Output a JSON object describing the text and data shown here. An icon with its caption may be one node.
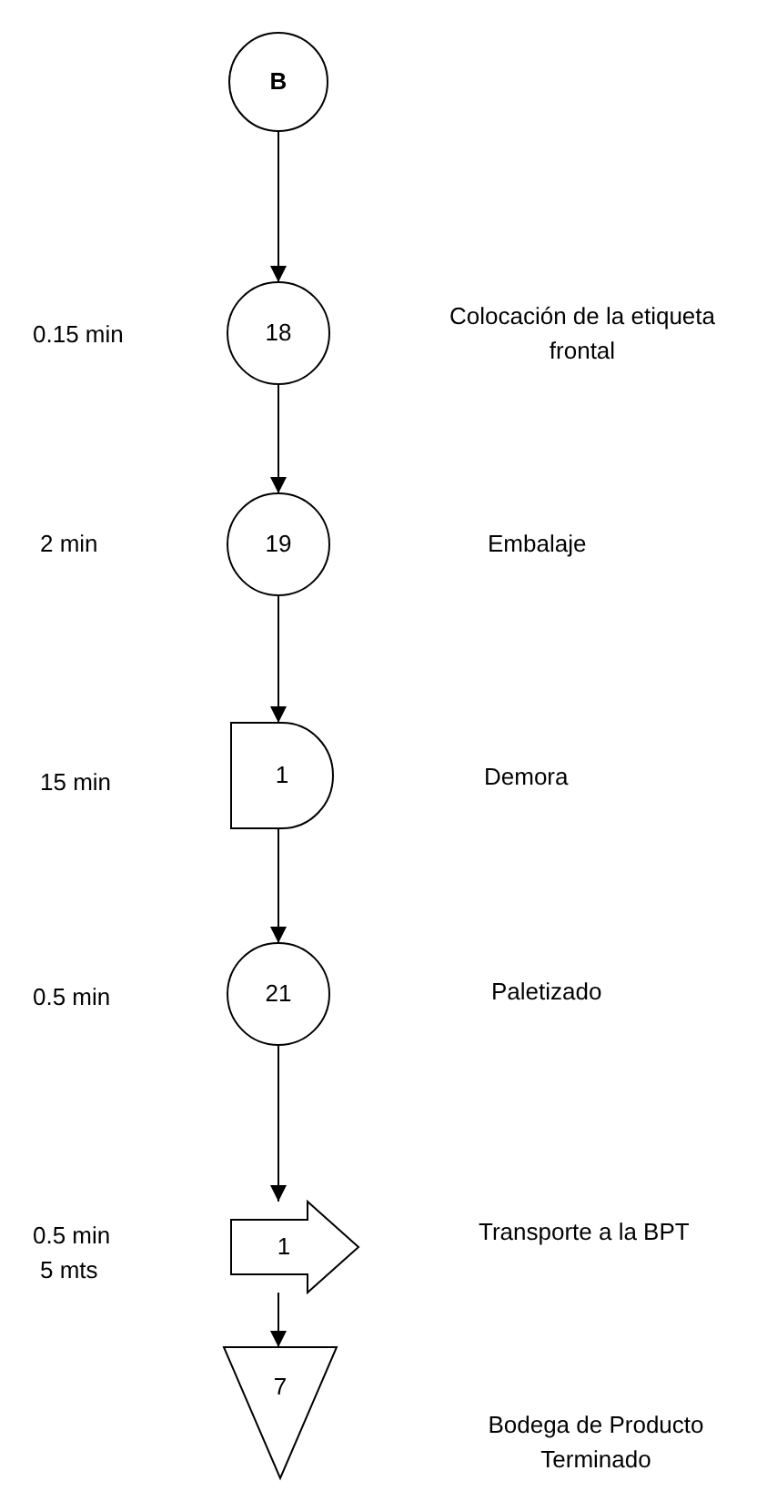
{
  "diagram": {
    "nodes": [
      {
        "text": [
          "B"
        ]
      },
      {
        "text": [
          "18"
        ]
      },
      {
        "text": [
          "19"
        ]
      },
      {
        "text": [
          "1"
        ]
      },
      {
        "text": [
          "21"
        ]
      },
      {
        "text": [
          "1"
        ]
      },
      {
        "text": [
          "7"
        ]
      }
    ],
    "edges": [
      {
        "from": 0,
        "to": 1,
        "arrow": "to"
      },
      {
        "from": 1,
        "to": 2,
        "arrow": "to"
      },
      {
        "from": 2,
        "to": 3,
        "arrow": "to"
      },
      {
        "from": 3,
        "to": 4,
        "arrow": "to"
      },
      {
        "from": 4,
        "to": 5,
        "arrow": "to"
      },
      {
        "from": 5,
        "to": 6,
        "arrow": "to"
      }
    ],
    "labels": [
      "0.15 min",
      "Colocación de la etiqueta frontal",
      "2 min",
      "Embalaje",
      "15 min",
      "Demora",
      "0.5 min",
      "Paletizado",
      "0.5 min",
      "5 mts",
      "Transporte a la BPT",
      "Bodega de Producto Terminado"
    ]
  }
}
